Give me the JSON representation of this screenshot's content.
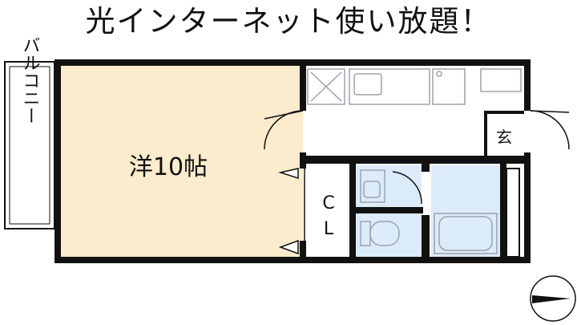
{
  "headline": "光インターネット使い放題！",
  "rooms": {
    "western": "洋10帖",
    "balcony": "バルコニー",
    "closet_line1": "C",
    "closet_line2": "L",
    "entrance": "玄"
  },
  "colors": {
    "western_room": "#faeccc",
    "wet_area": "#dcebfa",
    "wall": "#111111",
    "fixture": "#9aa3ab"
  },
  "icons": {
    "north_arrow": "north-arrow-icon"
  }
}
